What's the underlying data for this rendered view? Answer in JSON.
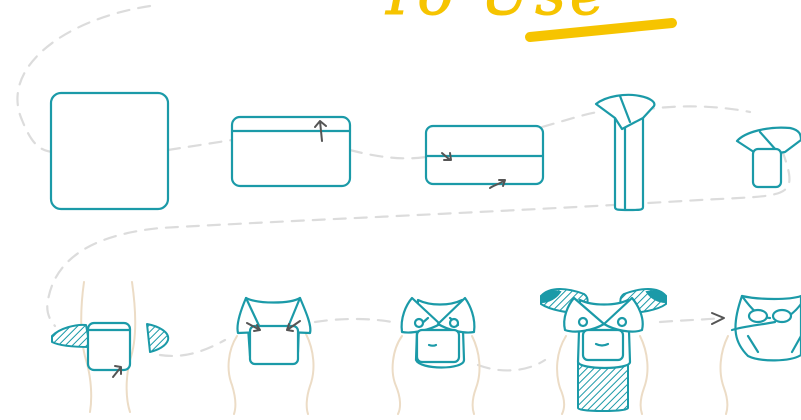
{
  "heading": {
    "partial_text": "To Use"
  },
  "colors": {
    "teal": "#1b9aa8",
    "leg": "#ecdcc6",
    "dash": "#dcdcdc",
    "arrow": "#555555",
    "underline": "#f6c400",
    "heading": "#f6c400"
  },
  "steps": [
    {
      "id": "step-1",
      "icon": "flat-cloth-icon"
    },
    {
      "id": "step-2",
      "icon": "fold-top-down-icon"
    },
    {
      "id": "step-3",
      "icon": "fold-bottom-up-icon"
    },
    {
      "id": "step-4",
      "icon": "pad-fold-icon"
    },
    {
      "id": "step-5",
      "icon": "pad-in-wrap-icon"
    },
    {
      "id": "step-6",
      "icon": "place-under-baby-icon"
    },
    {
      "id": "step-7",
      "icon": "fold-wings-in-icon"
    },
    {
      "id": "step-8",
      "icon": "fasten-front-icon"
    },
    {
      "id": "step-9",
      "icon": "cover-wrap-icon"
    },
    {
      "id": "step-10",
      "icon": "finished-diaper-icon"
    }
  ]
}
